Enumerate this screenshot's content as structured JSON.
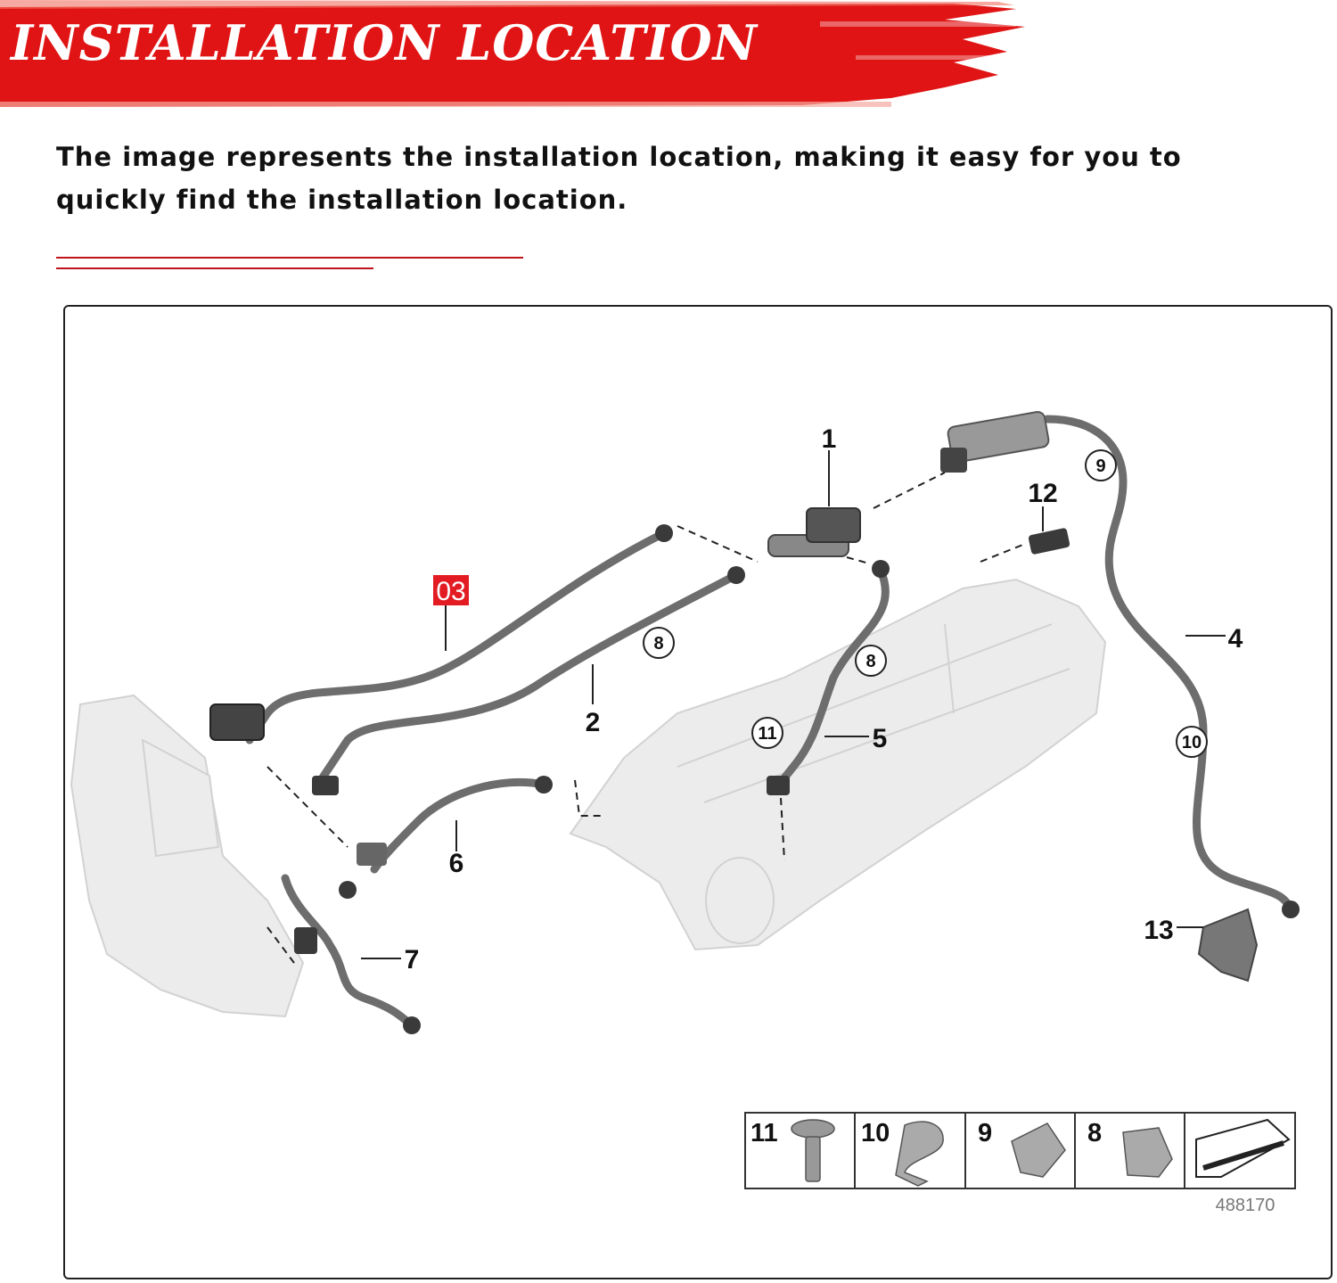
{
  "banner": {
    "title": "INSTALLATION LOCATION"
  },
  "intro": {
    "text": "The image represents the installation location, making it easy for you to quickly find the installation location."
  },
  "diagram": {
    "highlight_label": "03",
    "callouts": [
      "1",
      "2",
      "4",
      "5",
      "6",
      "7",
      "12",
      "13"
    ],
    "circled_labels": [
      "9",
      "8",
      "8",
      "11",
      "10"
    ],
    "legend_table": [
      "11",
      "10",
      "9",
      "8"
    ],
    "reference_number": "488170"
  },
  "colors": {
    "banner_red": "#e01414",
    "highlight_red": "#e31b23",
    "rule_red": "#c0141c",
    "hose": "#6d6d6d"
  }
}
